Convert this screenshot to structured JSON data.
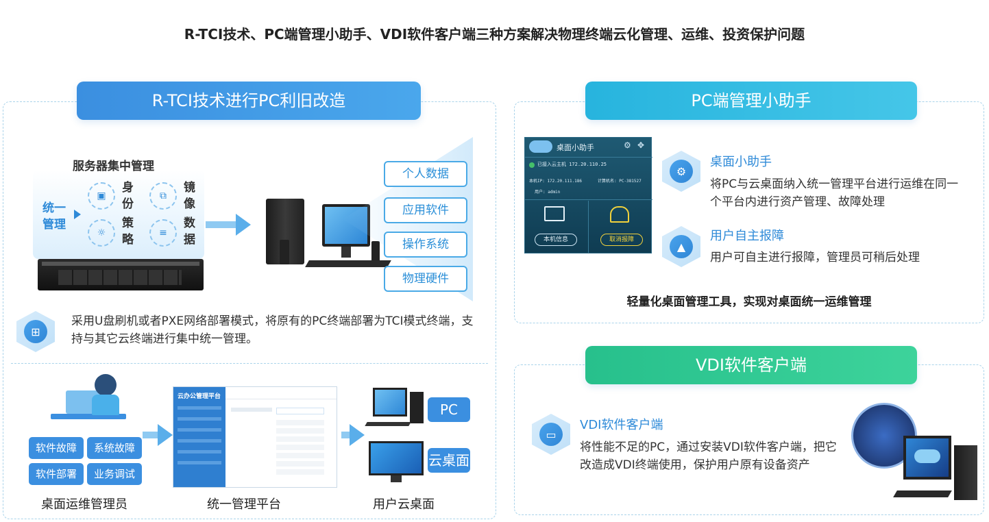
{
  "title": "R-TCI技术、PC端管理小助手、VDI软件客户端三种方案解决物理终端云化管理、运维、投资保护问题",
  "colors": {
    "blue": "#3b8fe0",
    "cyan": "#27b4de",
    "green": "#27c08c",
    "text_blue": "#2e8ad8"
  },
  "rtci": {
    "heading": "R-TCI技术进行PC利旧改造",
    "server_label": "服务器集中管理",
    "unified_label": "统一管理",
    "features": [
      "身份",
      "镜像",
      "策略",
      "数据"
    ],
    "tags": [
      "个人数据",
      "应用软件",
      "操作系统",
      "物理硬件"
    ],
    "description": "采用U盘刷机或者PXE网络部署模式，将原有的PC终端部署为TCI模式终端，支持与其它云终端进行集中统一管理。",
    "admin_tiles": [
      "软件故障",
      "系统故障",
      "软件部署",
      "业务调试"
    ],
    "admin_label": "桌面运维管理员",
    "platform_label": "统一管理平台",
    "platform_logo": "云办公管理平台",
    "user_label": "用户云桌面",
    "pc_tile": "PC",
    "cloud_tile": "云桌面"
  },
  "assistant": {
    "heading": "PC端管理小助手",
    "window_title": "桌面小助手",
    "connected": "已接入云主机 172.20.110.25",
    "local_ip": "本机IP: 172.20.111.186",
    "computer_name": "计算机名: PC-381527",
    "user": "用户: admin",
    "btn_info": "本机信息",
    "btn_cancel": "取消报障",
    "items": [
      {
        "title": "桌面小助手",
        "desc": "将PC与云桌面纳入统一管理平台进行运维在同一个平台内进行资产管理、故障处理",
        "icon": "gear-icon"
      },
      {
        "title": "用户自主报障",
        "desc": "用户可自主进行报障，管理员可稍后处理",
        "icon": "alert-icon"
      }
    ],
    "summary": "轻量化桌面管理工具，实现对桌面统一运维管理"
  },
  "vdi": {
    "heading": "VDI软件客户端",
    "title": "VDI软件客户端",
    "desc": "将性能不足的PC，通过安装VDI软件客户端，把它改造成VDI终端使用，保护用户原有设备资产"
  }
}
